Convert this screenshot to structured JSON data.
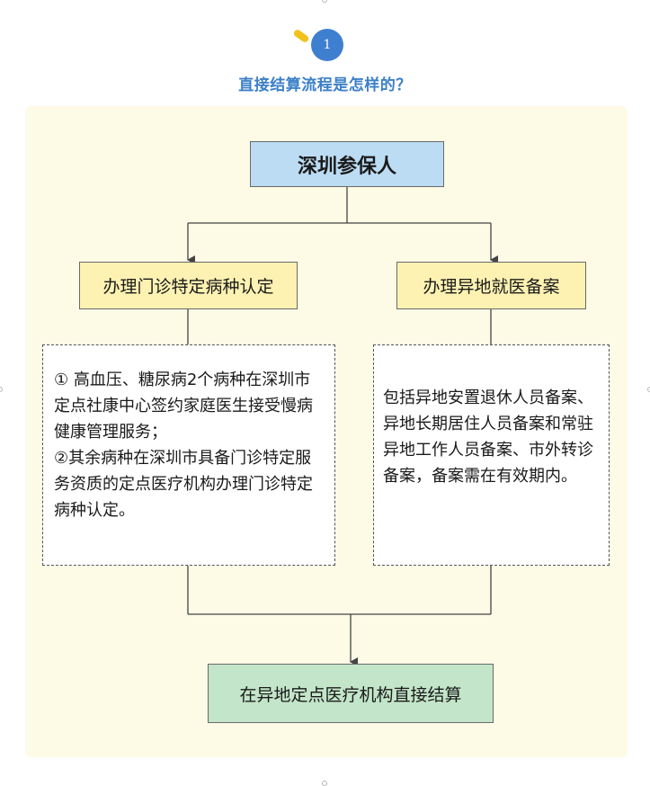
{
  "badge": {
    "number": "1"
  },
  "title": "直接结算流程是怎样的？",
  "nodes": {
    "top": "深圳参保人",
    "left_step": "办理门诊特定病种认定",
    "right_step": "办理异地就医备案",
    "left_detail_1": "① 高血压、糖尿病2个病种在深圳市定点社康中心签约家庭医生接受慢病健康管理服务；",
    "left_detail_2": "②其余病种在深圳市具备门诊特定服务资质的定点医疗机构办理门诊特定病种认定。",
    "right_detail": "包括异地安置退休人员备案、异地长期居住人员备案和常驻异地工作人员备案、市外转诊备案，备案需在有效期内。",
    "bottom": "在异地定点医疗机构直接结算"
  },
  "colors": {
    "title": "#3c7fc8",
    "badge": "#3f7fcf",
    "badge_dot": "#f2c21b",
    "panel_bg": "#fdfae6",
    "top_box": "#bcdcf4",
    "mid_box": "#fdf2b2",
    "bottom_box": "#c3e5c9"
  }
}
